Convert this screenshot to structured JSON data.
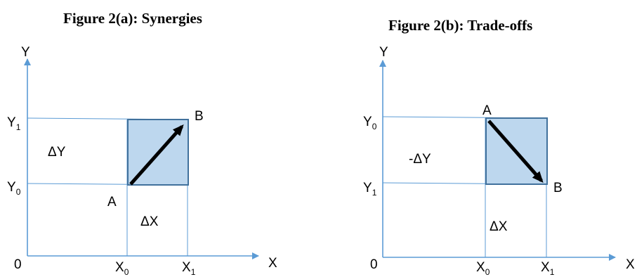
{
  "figures": [
    {
      "title": "Figure 2(a): Synergies",
      "y_axis": "Y",
      "x_axis": "X",
      "origin": "0",
      "y_upper": {
        "main": "Y",
        "sub": "1"
      },
      "y_lower": {
        "main": "Y",
        "sub": "0"
      },
      "x_left": {
        "main": "X",
        "sub": "0"
      },
      "x_right": {
        "main": "X",
        "sub": "1"
      },
      "delta_y": "ΔY",
      "delta_x": "ΔX",
      "point_start": "A",
      "point_end": "B"
    },
    {
      "title": "Figure 2(b): Trade-offs",
      "y_axis": "Y",
      "x_axis": "X",
      "origin": "0",
      "y_upper": {
        "main": "Y",
        "sub": "0"
      },
      "y_lower": {
        "main": "Y",
        "sub": "1"
      },
      "x_left": {
        "main": "X",
        "sub": "0"
      },
      "x_right": {
        "main": "X",
        "sub": "1"
      },
      "delta_y": "-ΔY",
      "delta_x": "ΔX",
      "point_start": "A",
      "point_end": "B"
    }
  ],
  "colors": {
    "axis": "#5b9bd5",
    "box_fill": "#bdd7ee",
    "box_border": "#41719c",
    "arrow": "#000000"
  }
}
